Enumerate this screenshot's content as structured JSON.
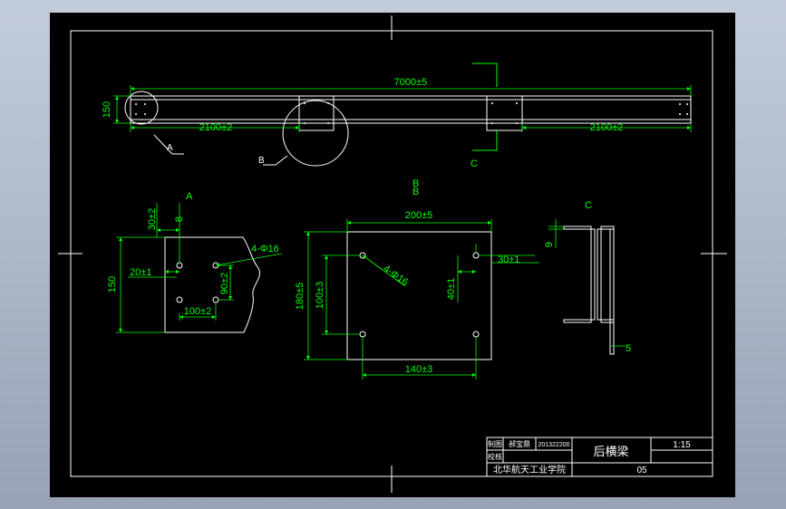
{
  "drawing": {
    "overall_length": "7000±5",
    "height": "150",
    "left_span": "2100±2",
    "right_span": "2100±2",
    "labels": {
      "a": "A",
      "b": "B",
      "c": "C"
    }
  },
  "view_a": {
    "title": "A",
    "dim_30": "30±2",
    "dim_8": "8",
    "hole_spec": "4-Φ16",
    "dim_20": "20±1",
    "dim_150": "150",
    "dim_90": "90±2",
    "dim_100": "100±2"
  },
  "view_b": {
    "title": "B",
    "dim_200": "200±5",
    "hole_spec": "4-Φ16",
    "dim_30": "30±1",
    "dim_180": "180±5",
    "dim_100": "100±3",
    "dim_40": "40±1",
    "dim_140": "140±3"
  },
  "view_c": {
    "title": "C",
    "dim_9": "9",
    "dim_5": "5"
  },
  "title_block": {
    "drawn_label": "制图",
    "drawn_name": "郝宝鼎",
    "drawn_number": "201322200",
    "checked_label": "校核",
    "part_name": "后横梁",
    "scale": "1:15",
    "school": "北华航天工业学院",
    "sheet_no": "05"
  },
  "colors": {
    "background": "#000000",
    "lines": "#ffffff",
    "dims": "#00ff00",
    "text": "#ffffff",
    "title": "#ffffff"
  }
}
